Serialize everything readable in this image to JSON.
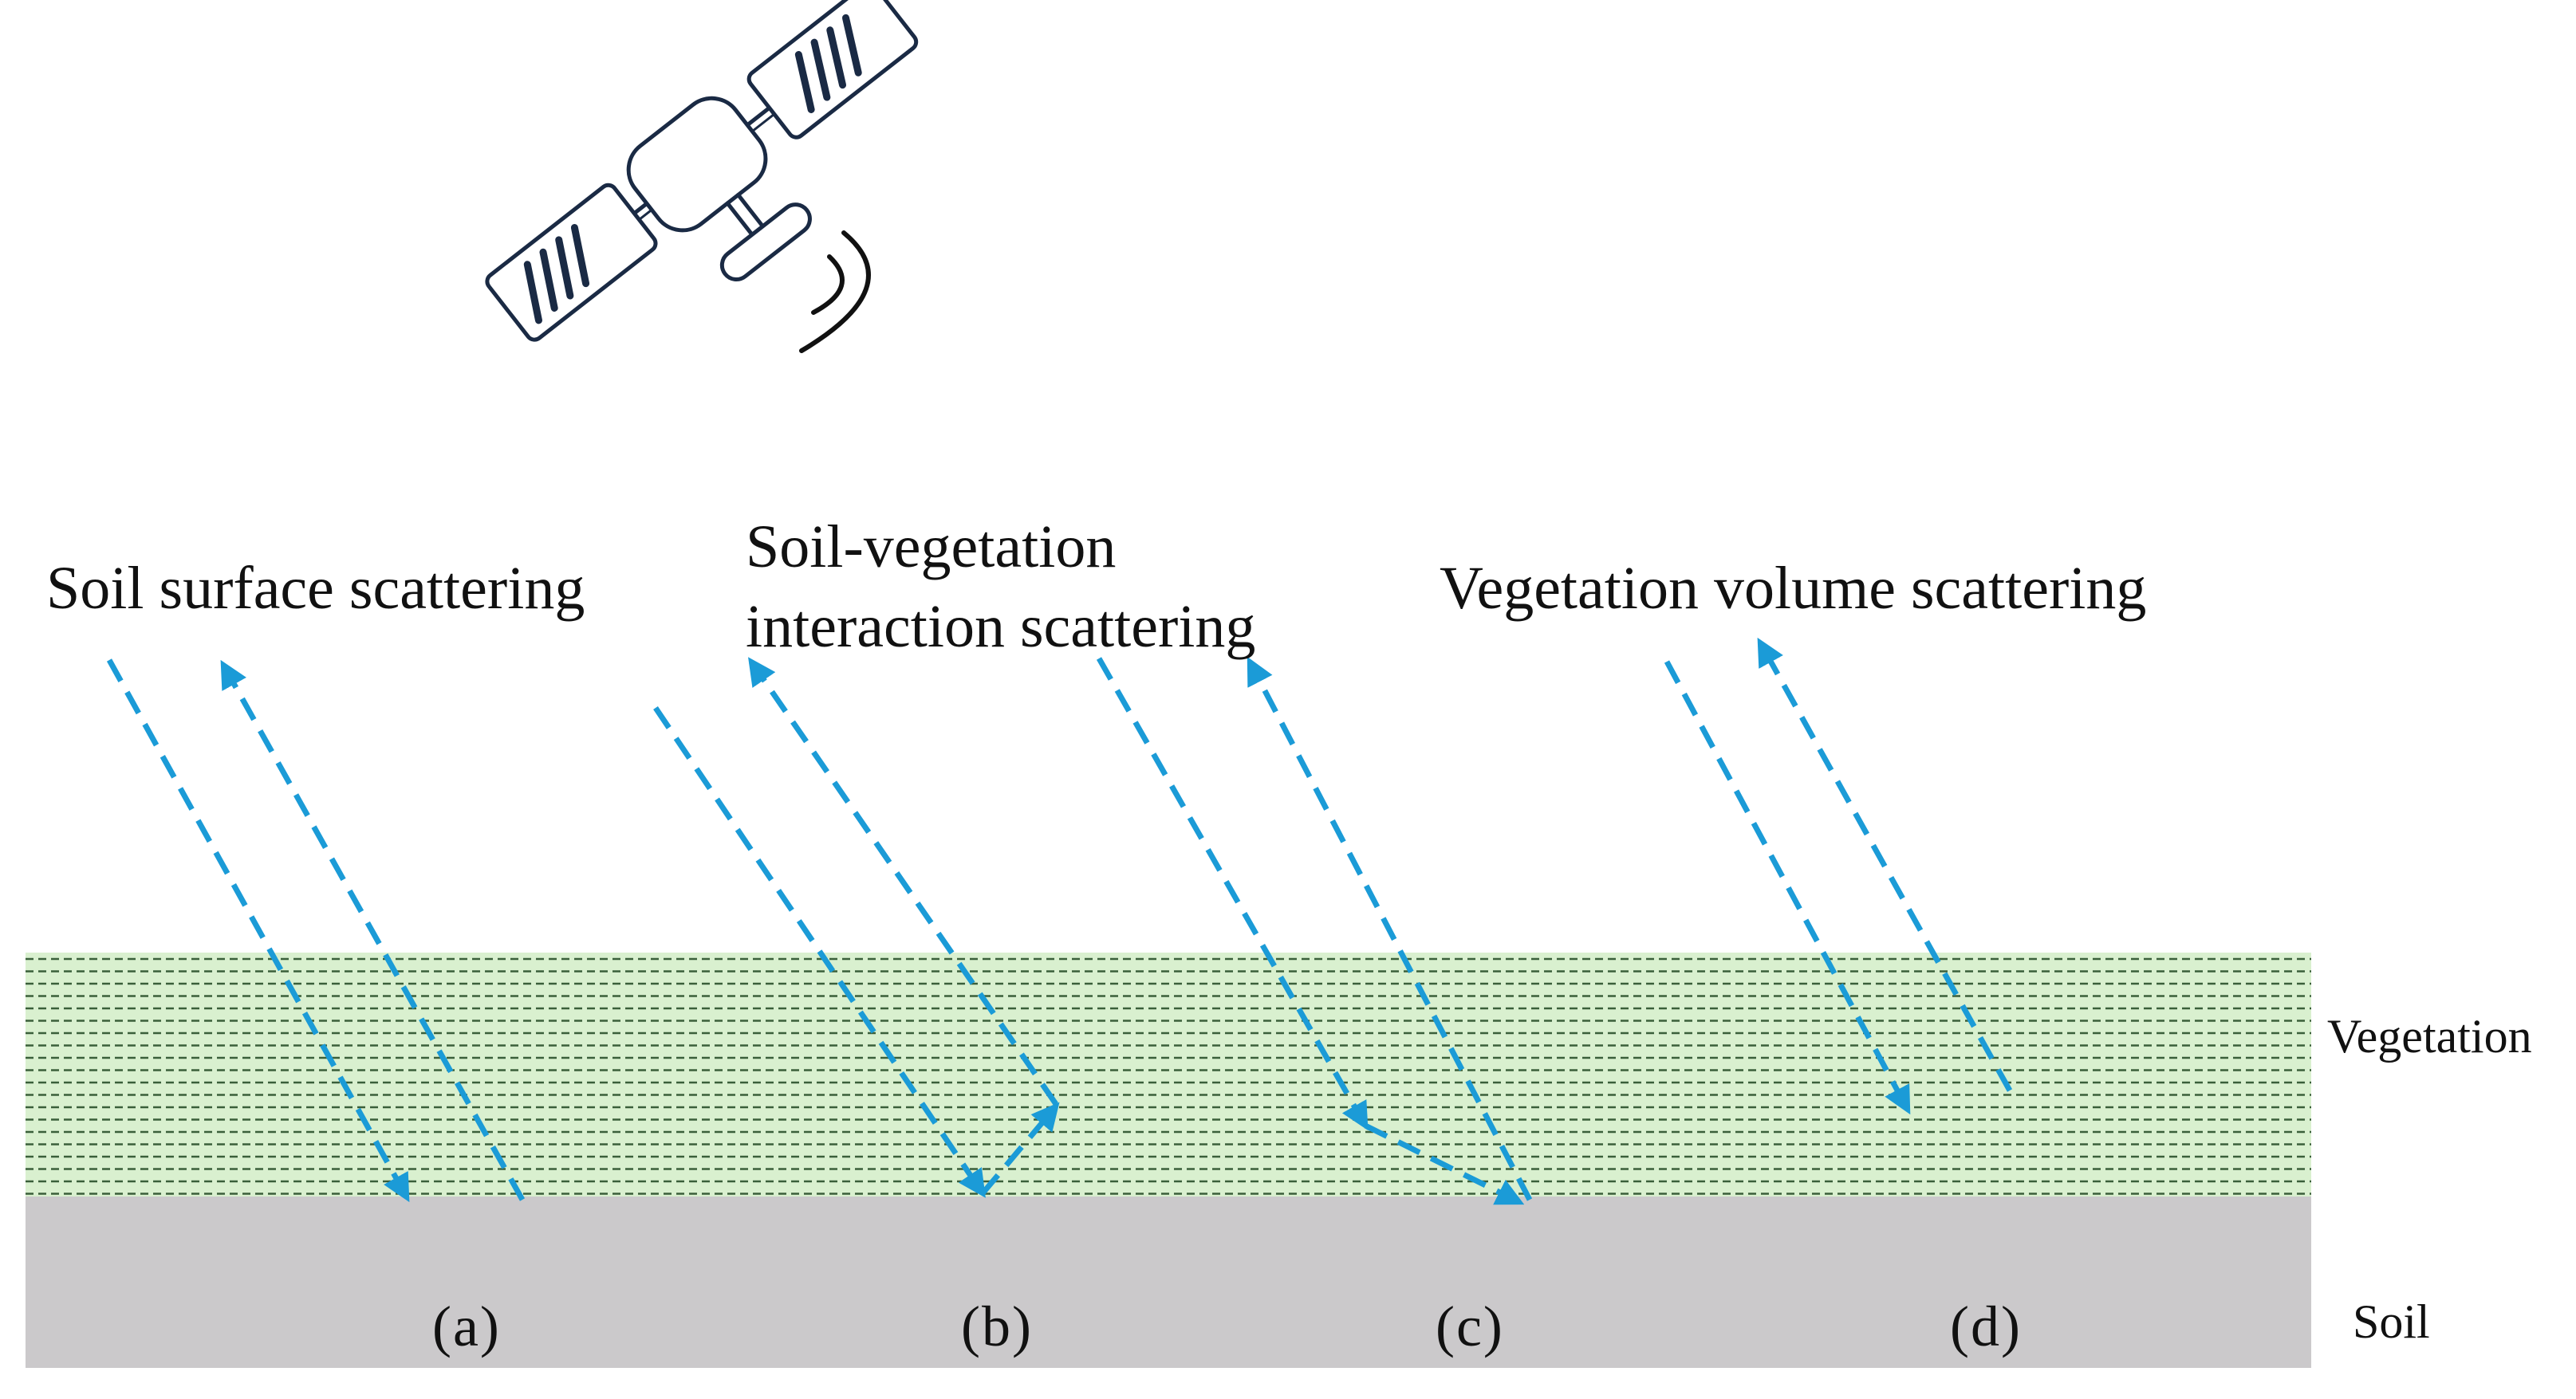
{
  "labels": {
    "soil_surface": "Soil surface scattering",
    "soil_veg_line1": "Soil-vegetation",
    "soil_veg_line2": "interaction scattering",
    "veg_volume": "Vegetation volume scattering",
    "vegetation": "Vegetation",
    "soil": "Soil"
  },
  "cases": [
    "(a)",
    "(b)",
    "(c)",
    "(d)"
  ],
  "colors": {
    "arrow": "#1b9bd7",
    "vegetation_fill": "#d9f0cf",
    "vegetation_lines": "#3a5f3a",
    "soil_fill": "#cbc9cb",
    "satellite_stroke": "#1a2a44"
  },
  "icons": [
    "satellite-icon",
    "signal-waves-icon"
  ]
}
